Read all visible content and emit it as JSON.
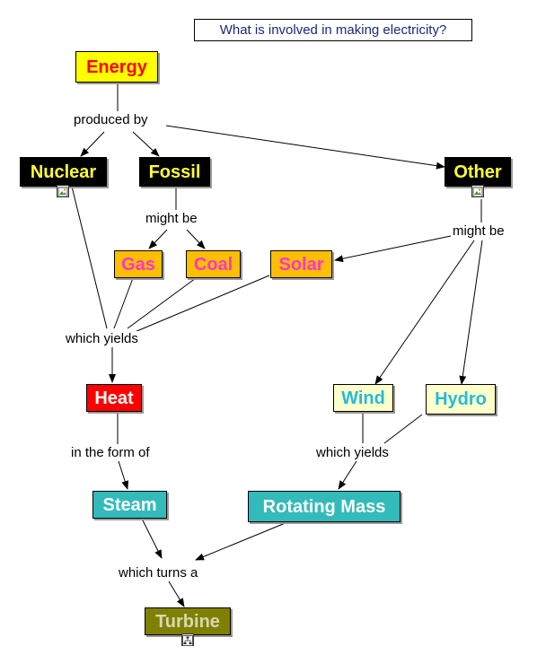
{
  "title": "What is involved in making electricity?",
  "concepts": {
    "energy": "Energy",
    "nuclear": "Nuclear",
    "fossil": "Fossil",
    "other": "Other",
    "gas": "Gas",
    "coal": "Coal",
    "solar": "Solar",
    "heat": "Heat",
    "wind": "Wind",
    "hydro": "Hydro",
    "steam": "Steam",
    "rotating_mass": "Rotating Mass",
    "turbine": "Turbine"
  },
  "linking_phrases": {
    "produced_by": "produced by",
    "might_be_1": "might be",
    "might_be_2": "might be",
    "which_yields_1": "which yields",
    "which_yields_2": "which yields",
    "in_the_form_of": "in the form of",
    "which_turns_a": "which turns a"
  },
  "icons": {
    "nuclear": "image-resource-icon",
    "other": "image-resource-icon",
    "turbine": "concept-map-resource-icon"
  },
  "colors": {
    "yellow_fill": "#ffff00",
    "red_text": "#ff0000",
    "black_fill": "#000000",
    "yellow_text": "#ffff33",
    "orange_fill": "#ffbf00",
    "magenta_text": "#ff33cc",
    "red_fill": "#ff0000",
    "white_text": "#ffffff",
    "pale_yellow_fill": "#ffffcc",
    "cyan_text": "#22bbdd",
    "teal_fill": "#33bbbb",
    "olive_fill": "#808000",
    "olive_text": "#d8d8b0",
    "title_text": "#1a2a7a"
  }
}
